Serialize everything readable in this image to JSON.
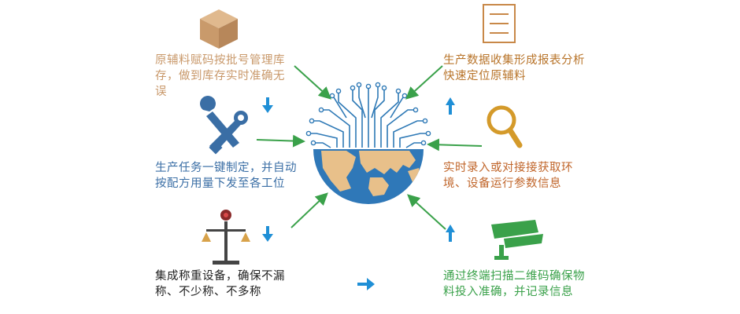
{
  "texts": {
    "tl": "原辅料赋码按批号管理库存，做到库存实时准确无误",
    "ml": "生产任务一键制定，并自动按配方用量下发至各工位",
    "bl": "集成称重设备，确保不漏称、不少称、不多称",
    "tr": "生产数据收集形成报表分析快速定位原辅料",
    "mr": "实时录入或对接接获取环境、设备运行参数信息",
    "br": "通过终端扫描二维码确保物料投入准确，并记录信息"
  },
  "colors": {
    "tl": "#c9996b",
    "ml": "#3a6ea5",
    "bl": "#222222",
    "tr": "#b8742a",
    "mr": "#c0652a",
    "br": "#3aa14a",
    "arrow_green": "#3aa14a",
    "arrow_blue": "#1f8fd6",
    "globe_ocean": "#2f78b8",
    "land": "#e8c08a",
    "circuit": "#2e79b6"
  },
  "icons": [
    "box-icon",
    "tools-icon",
    "scale-icon",
    "document-icon",
    "magnifier-icon",
    "camera-icon"
  ]
}
